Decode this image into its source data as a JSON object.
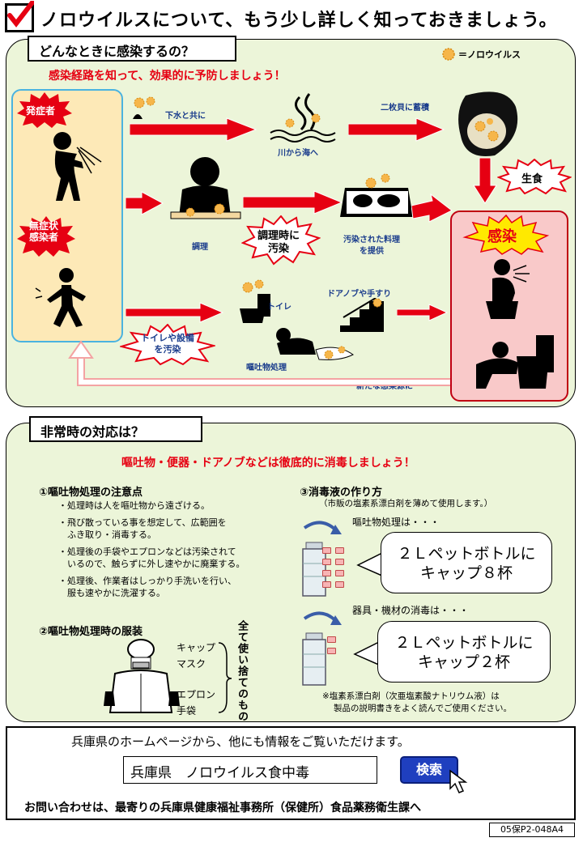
{
  "title": "ノロウイルスについて、もう少し詳しく知っておきましょう。",
  "section1": {
    "heading": "どんなときに感染するの？",
    "subheading": "感染経路を知って、効果的に予防しましょう！",
    "legend": "＝ノロウイルス",
    "infected_label": "発症者",
    "carrier_label": "無症状\n感染者",
    "sewage_label": "下水と共に",
    "river_label": "川から海へ",
    "oyster_label": "二枚貝に蓄積",
    "raw_label": "生食",
    "cooking_label": "調理",
    "cooking_burst": "調理時に\n汚染",
    "food_label": "汚染された料理\nを提供",
    "infection_label": "感染",
    "toilet_label": "トイレ",
    "doorknob_label": "ドアノブや手すり",
    "toilet_burst": "トイレや設備\nを汚染",
    "vomit_label": "嘔吐物処理",
    "new_source_label": "新たな感染源に"
  },
  "section2": {
    "heading": "非常時の対応は？",
    "subheading": "嘔吐物・便器・ドアノブなどは徹底的に消毒しましょう！",
    "point1_title": "①嘔吐物処理の注意点",
    "point1_items": [
      "・処理時は人を嘔吐物から遠ざける。",
      "・飛び散っている事を想定して、広範囲を",
      "　ふき取り・消毒する。",
      "・処理後の手袋やエプロンなどは汚染されて",
      "　いるので、触らずに外し速やかに廃棄する。",
      "・処理後、作業者はしっかり手洗いを行い、",
      "　服も速やかに洗濯する。"
    ],
    "point2_title": "②嘔吐物処理時の服装",
    "clothing": [
      "キャップ",
      "マスク",
      "エプロン",
      "手袋"
    ],
    "clothing_note": "全て使い捨てのもの",
    "point3_title": "③消毒液の作り方",
    "point3_note": "（市販の塩素系漂白剤を薄めて使用します。）",
    "vomit_case": "嘔吐物処理は・・・",
    "vomit_bubble": "２Ｌペットボトルに\nキャップ８杯",
    "equip_case": "器具・機材の消毒は・・・",
    "equip_bubble": "２Ｌペットボトルに\nキャップ２杯",
    "footnote_1": "※塩素系漂白剤（次亜塩素酸ナトリウム液）は",
    "footnote_2": "製品の説明書きをよく読んでご使用ください。"
  },
  "bottom": {
    "info": "兵庫県のホームページから、他にも情報をご覧いただけます。",
    "search_value": "兵庫県　ノロウイルス食中毒",
    "search_button": "検索",
    "contact": "お問い合わせは、最寄りの兵庫県健康福祉事務所（保健所）食品薬務衛生課へ",
    "code": "05保P2-048A4"
  },
  "colors": {
    "accent_red": "#e60012",
    "panel_green": "#ecf5d9",
    "label_blue": "#1a3c8c",
    "button_blue": "#1f3fbf"
  }
}
